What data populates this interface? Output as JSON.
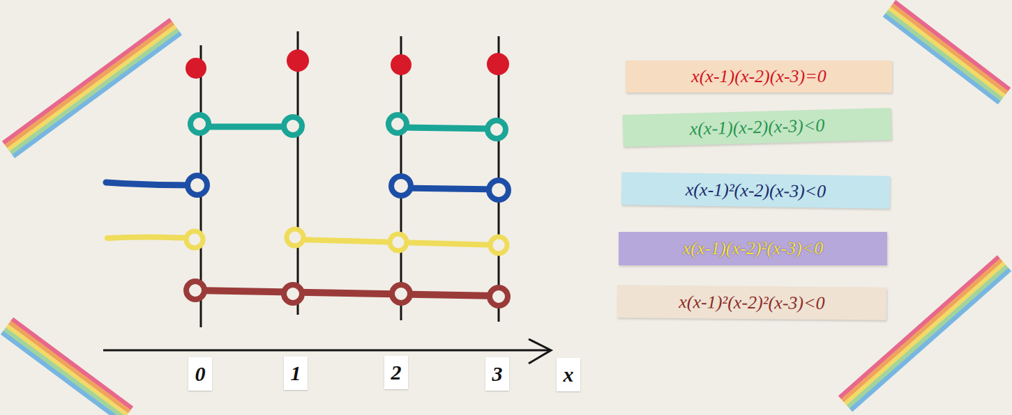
{
  "diagram": {
    "nodes": [
      {
        "text": [
          "x(x-1)(x-2)(x-3)=0"
        ]
      },
      {
        "text": [
          "x(x-1)(x-2)(x-3)<0"
        ]
      },
      {
        "text": [
          "x(x-1)²(x-2)(x-3)<0"
        ]
      },
      {
        "text": [
          "x(x-1)(x-2)²(x-3)<0"
        ]
      },
      {
        "text": [
          "x(x-1)²(x-2)²(x-3)<0"
        ]
      }
    ],
    "labels": [
      "0",
      "1",
      "2",
      "3",
      "x"
    ]
  }
}
